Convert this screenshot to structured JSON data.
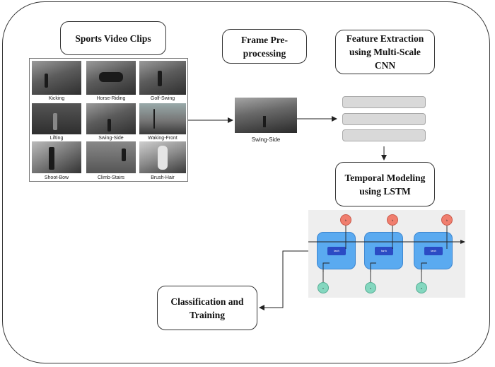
{
  "boxes": {
    "sports_clips": "Sports Video Clips",
    "frame_preprocessing": "Frame Pre-\nprocessing",
    "feature_extraction": "Feature Extraction\nusing Multi-Scale CNN",
    "temporal_modeling": "Temporal Modeling\nusing LSTM",
    "classification": "Classification and\nTraining"
  },
  "clips": [
    {
      "label": "Kicking"
    },
    {
      "label": "Horse-Riding"
    },
    {
      "label": "Golf-Swing"
    },
    {
      "label": "Lifting"
    },
    {
      "label": "Swing-Side"
    },
    {
      "label": "Waking-Front"
    },
    {
      "label": "Shoot-Bow"
    },
    {
      "label": "Climb-Stairs"
    },
    {
      "label": "Brush-Hair"
    }
  ],
  "frame": {
    "label": "Swing-Side"
  },
  "colors": {
    "lstm_cell": "#5aaaf0",
    "lstm_gate": "#2b4bc4",
    "output_node": "#f07e6e",
    "input_node": "#84d7bf",
    "cnn_layer": "#d9d9d9"
  }
}
